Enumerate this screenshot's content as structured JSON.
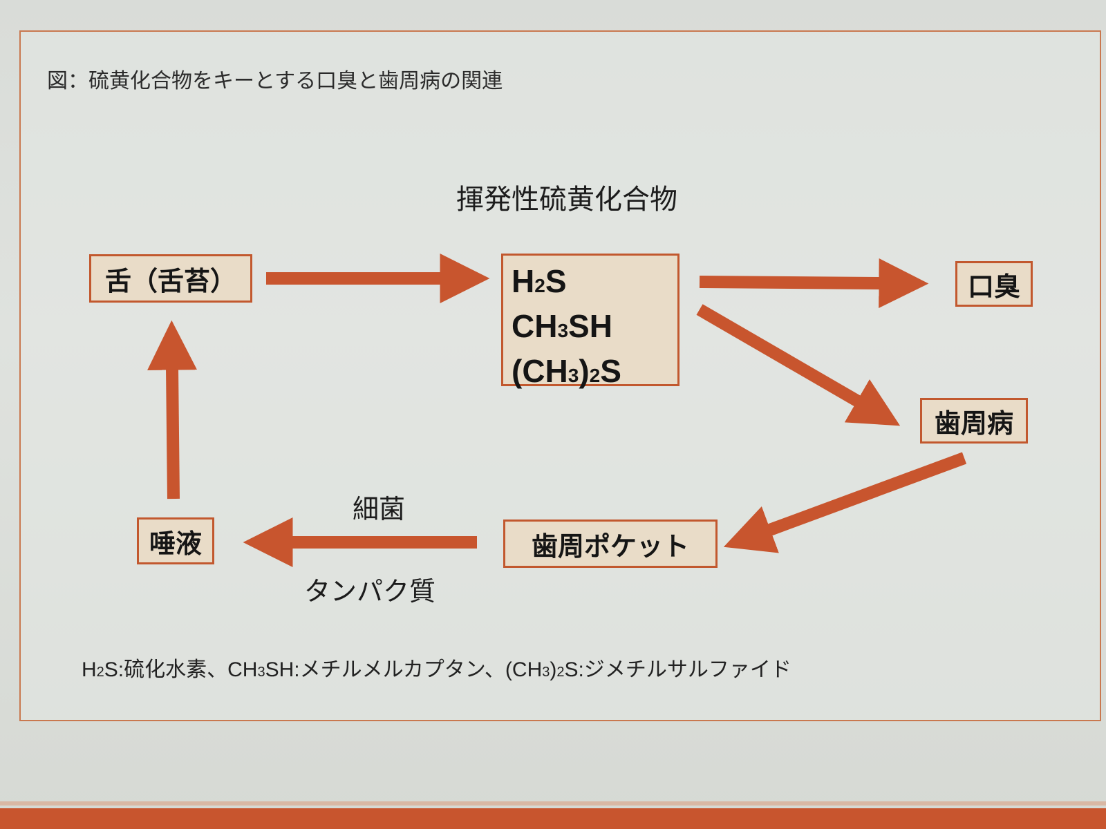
{
  "caption": "図：硫黄化合物をキーとする口臭と歯周病の関連",
  "center_label": "揮発性硫黄化合物",
  "nodes": {
    "tongue": "舌（舌苔）",
    "bad_breath": "口臭",
    "periodontal_disease": "歯周病",
    "periodontal_pocket": "歯周ポケット",
    "saliva": "唾液"
  },
  "compounds": {
    "h2s": {
      "a": "H",
      "sub": "2",
      "b": "S"
    },
    "ch3sh": {
      "a": "CH",
      "sub": "3",
      "b": "SH"
    },
    "ch3_2s": {
      "a": "(CH",
      "sub1": "3",
      "b": ")",
      "sub2": "2",
      "c": "S"
    }
  },
  "edge_labels": {
    "bacteria": "細菌",
    "protein": "タンパク質"
  },
  "footnote": {
    "p1": "H",
    "s1": "2",
    "p2": "S:硫化水素、CH",
    "s2": "3",
    "p3": "SH:メチルメルカプタン、(CH",
    "s3": "3",
    "p4": ")",
    "s4": "2",
    "p5": "S:ジメチルサルファイド"
  },
  "colors": {
    "arrow": "#c8552e",
    "box_fill": "#e9dcc8",
    "box_border": "#c2582e",
    "frame": "#c9784f"
  }
}
